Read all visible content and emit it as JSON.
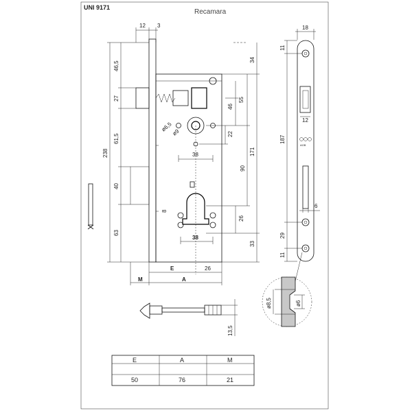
{
  "title": "UNI 9171",
  "subtitle": "Recamara",
  "dims": {
    "top_12": "12",
    "top_3": "3",
    "v_46_5": "46,5",
    "v_27": "27",
    "v_61_5": "61,5",
    "v_40": "40",
    "v_63": "63",
    "v_238": "238",
    "r_34": "34",
    "r_46": "46",
    "r_55": "55",
    "r_22": "22",
    "r_171": "171",
    "r_90": "90",
    "r_26": "26",
    "r_33": "33",
    "d_6_5": "ø6,5",
    "d_9": "ø9",
    "h_38a": "38",
    "h_38b": "38",
    "s_8": "8",
    "e_label": "E",
    "a_label": "A",
    "m_label": "M",
    "h_26": "26",
    "bolt_13_5": "13,5",
    "fp_18": "18",
    "fp_11a": "11",
    "fp_12": "12",
    "fp_187": "187",
    "fp_6": "6",
    "fp_29": "29",
    "fp_11b": "11",
    "det_8_5": "ø8,5",
    "det_6": "ø6"
  },
  "brand_mark": "AGB",
  "table": {
    "headers": [
      "E",
      "A",
      "M"
    ],
    "values": [
      "50",
      "76",
      "21"
    ]
  }
}
